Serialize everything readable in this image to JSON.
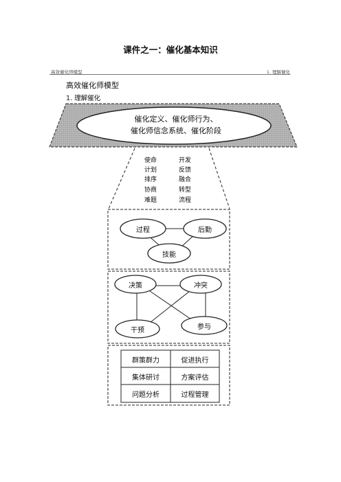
{
  "doc_title": "课件之一：催化基本知识",
  "header": {
    "left": "高效催化师模型",
    "right": "1. 理解催化"
  },
  "model_title": "高效催化师模型",
  "section_title": "1. 理解催化",
  "ellipse": {
    "line1": "催化定义、催化师行为、",
    "line2": "催化师信念系统、催化阶段"
  },
  "word_list": {
    "left": [
      "使命",
      "计划",
      "排序",
      "协商",
      "难题"
    ],
    "right": [
      "开发",
      "反馈",
      "融合",
      "转型",
      "流程"
    ]
  },
  "block1": {
    "node_a": "过程",
    "node_b": "后勤",
    "node_c": "技能"
  },
  "block2": {
    "node_a": "决策",
    "node_b": "冲突",
    "node_c": "干预",
    "node_d": "参与"
  },
  "block3": {
    "rows": [
      [
        "群策群力",
        "促进执行"
      ],
      [
        "集体研讨",
        "方案评估"
      ],
      [
        "问题分析",
        "过程管理"
      ]
    ]
  },
  "colors": {
    "hatch": "#b0b0b0",
    "line": "#222222"
  }
}
